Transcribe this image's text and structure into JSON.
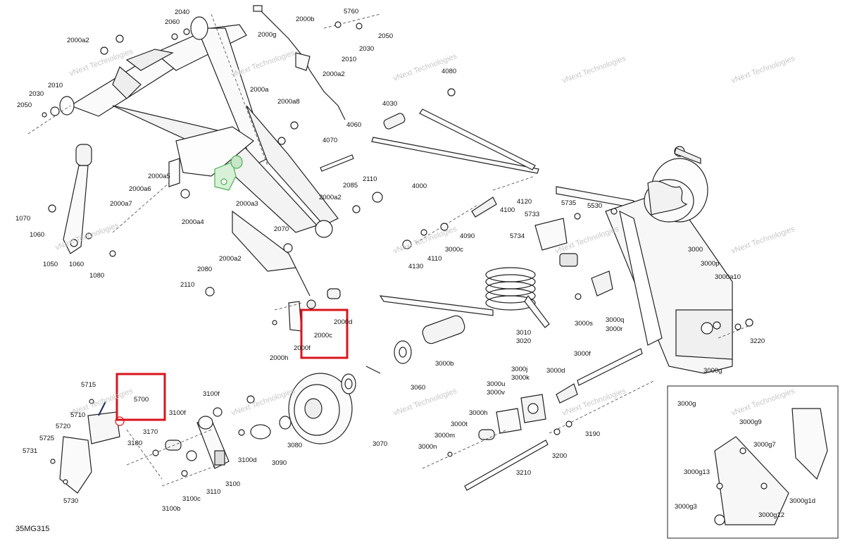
{
  "diagram_code": "35MG315",
  "watermark_text": "vNext Technologies",
  "highlight_color": "#d9141b",
  "green_part_color": "#4caf50",
  "highlighted_labels": [
    "2000c",
    "5700"
  ],
  "inset": {
    "title": "3000g"
  },
  "labels": [
    "2040",
    "2060",
    "2000a2",
    "2030",
    "2010",
    "2050",
    "2000b",
    "2000g",
    "5760",
    "2050",
    "2010",
    "2030",
    "2000a2",
    "2000a",
    "2000a8",
    "4080",
    "4030",
    "4060",
    "4070",
    "4000",
    "2000a5",
    "2000a6",
    "2000a7",
    "2000a4",
    "2000a3",
    "2085",
    "2110",
    "2000a2",
    "4120",
    "4100",
    "5735",
    "5530",
    "5733",
    "1070",
    "1060",
    "1050",
    "1060",
    "1080",
    "2070",
    "2000a2",
    "2080",
    "2110",
    "4090",
    "3000c",
    "4110",
    "4130",
    "5734",
    "3000",
    "3000p",
    "3000a10",
    "3000s",
    "3000q",
    "3000r",
    "3010",
    "3020",
    "3220",
    "2000d",
    "2000c",
    "2000f",
    "2000h",
    "3000b",
    "3060",
    "3000f",
    "3000g",
    "3000j",
    "3000k",
    "3000d",
    "3000u",
    "3000v",
    "3000h",
    "3000t",
    "3000m",
    "3000n",
    "5715",
    "5700",
    "3100f",
    "3100f",
    "5710",
    "5720",
    "5725",
    "5731",
    "5730",
    "3170",
    "3180",
    "3100d",
    "3100",
    "3110",
    "3100c",
    "3100b",
    "3090",
    "3080",
    "3070",
    "3190",
    "3200",
    "3210",
    "3000g9",
    "3000g7",
    "3000g13",
    "3000g3",
    "3000g12",
    "3000g1d"
  ]
}
